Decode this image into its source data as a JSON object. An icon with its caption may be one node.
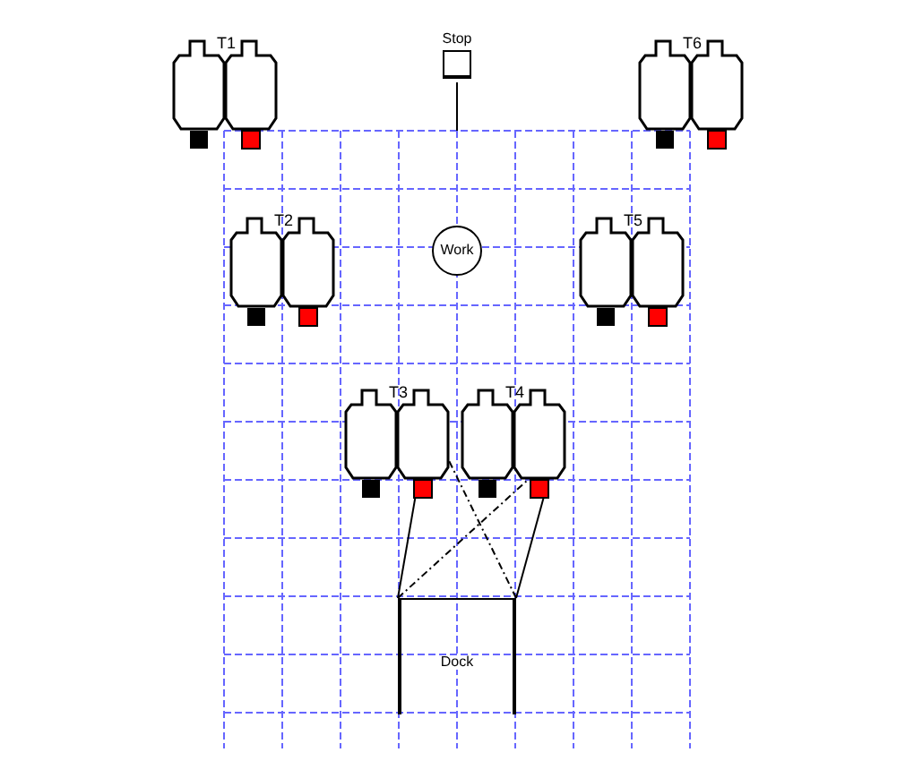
{
  "diagram": {
    "nodes": [
      {
        "text": [
          "Stop"
        ]
      },
      {
        "text": [
          "T1"
        ]
      },
      {
        "text": [
          "T6"
        ]
      },
      {
        "text": [
          "T2"
        ]
      },
      {
        "text": [
          "Work"
        ]
      },
      {
        "text": [
          "T5"
        ]
      },
      {
        "text": [
          "T3"
        ]
      },
      {
        "text": [
          "T4"
        ]
      },
      {
        "text": [
          "Dock"
        ]
      }
    ],
    "edges": [
      {
        "from": 8,
        "to": 6,
        "arrow": "to"
      },
      {
        "from": 8,
        "to": 7,
        "arrow": "to",
        "style": "dashed"
      },
      {
        "from": 8,
        "to": 6,
        "arrow": "none",
        "style": "dashed"
      },
      {
        "from": 8,
        "to": 7,
        "arrow": "to"
      }
    ]
  }
}
